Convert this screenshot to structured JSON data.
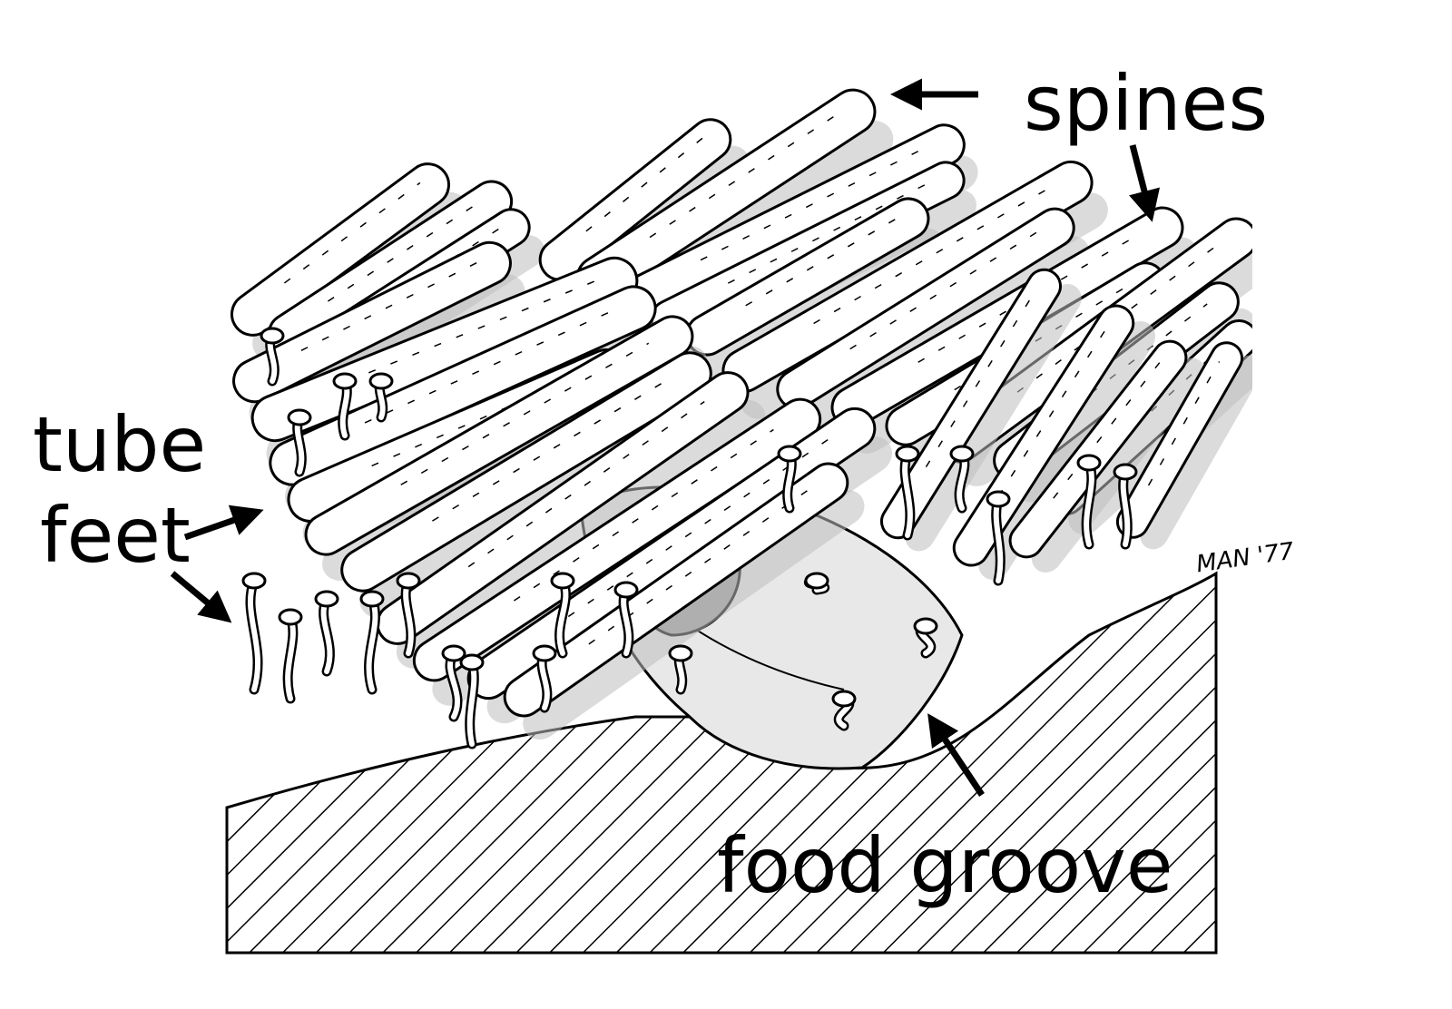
{
  "labels": {
    "spines": "spines",
    "tube_feet_line1": "tube",
    "tube_feet_line2": "feet",
    "food_groove": "food groove"
  },
  "signature": "MAN '77",
  "colors": {
    "ink": "#000000",
    "paper": "#ffffff",
    "groove_fill": "#e8e8e8",
    "shade": "#bdbdbd"
  },
  "icons": [
    "arrow-icon"
  ]
}
